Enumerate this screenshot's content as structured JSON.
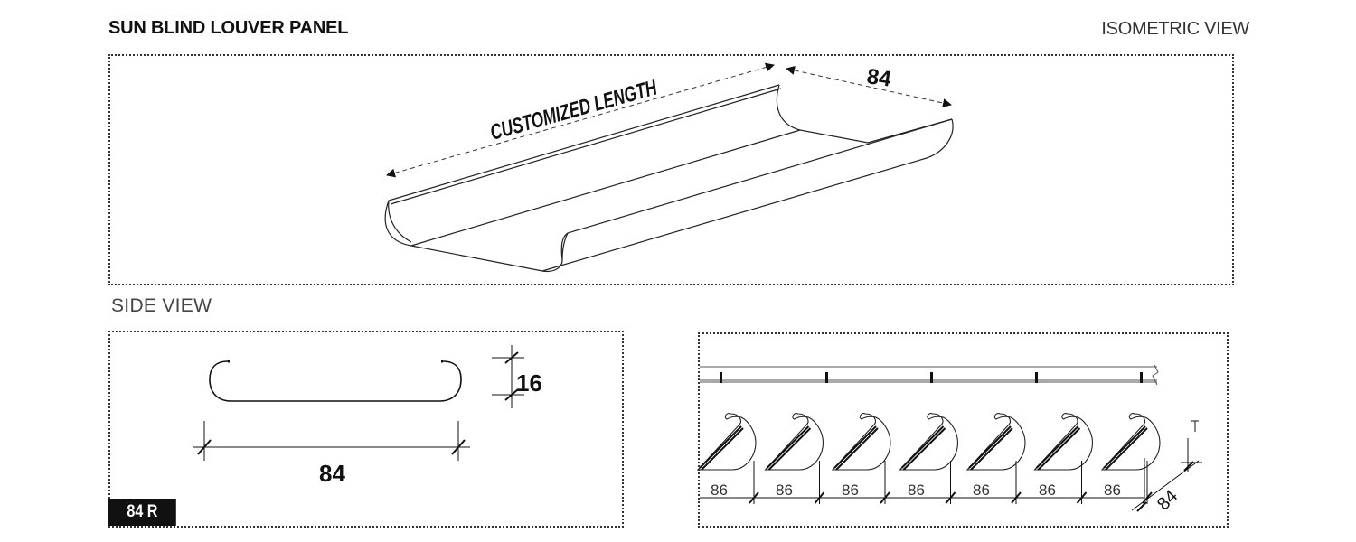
{
  "header": {
    "title": "SUN BLIND LOUVER PANEL",
    "view_label": "ISOMETRIC VIEW"
  },
  "isometric": {
    "length_label": "CUSTOMIZED LENGTH",
    "width_label": "84"
  },
  "side_view": {
    "label": "SIDE VIEW",
    "width_dim": "84",
    "height_dim": "16",
    "badge": "84 R"
  },
  "assembly": {
    "spacing_labels": [
      "86",
      "86",
      "86",
      "86",
      "86",
      "86",
      "86"
    ],
    "blade_dim": "84"
  }
}
